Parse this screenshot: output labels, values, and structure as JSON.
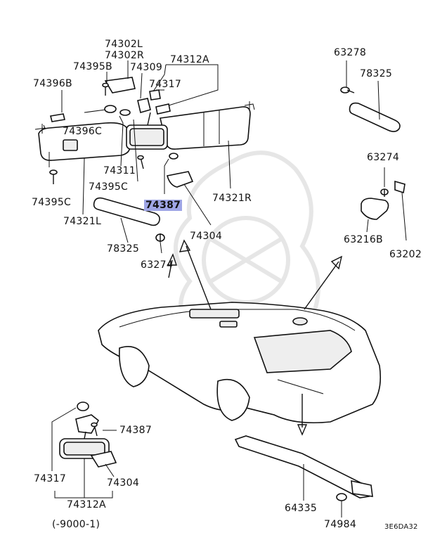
{
  "callouts": [
    {
      "id": "74302L",
      "text": "74302L"
    },
    {
      "id": "74302R",
      "text": "74302R"
    },
    {
      "id": "74395B",
      "text": "74395B"
    },
    {
      "id": "74309",
      "text": "74309"
    },
    {
      "id": "74312A-top",
      "text": "74312A"
    },
    {
      "id": "74396B",
      "text": "74396B"
    },
    {
      "id": "74317-top",
      "text": "74317"
    },
    {
      "id": "74396C",
      "text": "74396C"
    },
    {
      "id": "74311",
      "text": "74311"
    },
    {
      "id": "74395C-mid",
      "text": "74395C"
    },
    {
      "id": "74395C-left",
      "text": "74395C"
    },
    {
      "id": "74321R",
      "text": "74321R"
    },
    {
      "id": "74387-top",
      "text": "74387"
    },
    {
      "id": "74321L",
      "text": "74321L"
    },
    {
      "id": "74304-top",
      "text": "74304"
    },
    {
      "id": "78325-left",
      "text": "78325"
    },
    {
      "id": "63274-left",
      "text": "63274"
    },
    {
      "id": "63278",
      "text": "63278"
    },
    {
      "id": "78325-right",
      "text": "78325"
    },
    {
      "id": "63274-right",
      "text": "63274"
    },
    {
      "id": "63216B",
      "text": "63216B"
    },
    {
      "id": "63202",
      "text": "63202"
    },
    {
      "id": "74387-bottom",
      "text": "74387"
    },
    {
      "id": "74317-bottom",
      "text": "74317"
    },
    {
      "id": "74304-bottom",
      "text": "74304"
    },
    {
      "id": "74312A-bottom",
      "text": "74312A"
    },
    {
      "id": "64335",
      "text": "64335"
    },
    {
      "id": "74984",
      "text": "74984"
    }
  ],
  "date_note": "(-9000-1)",
  "diagram_code": "3E6DA32",
  "highlight_color": "#9fa6e6"
}
